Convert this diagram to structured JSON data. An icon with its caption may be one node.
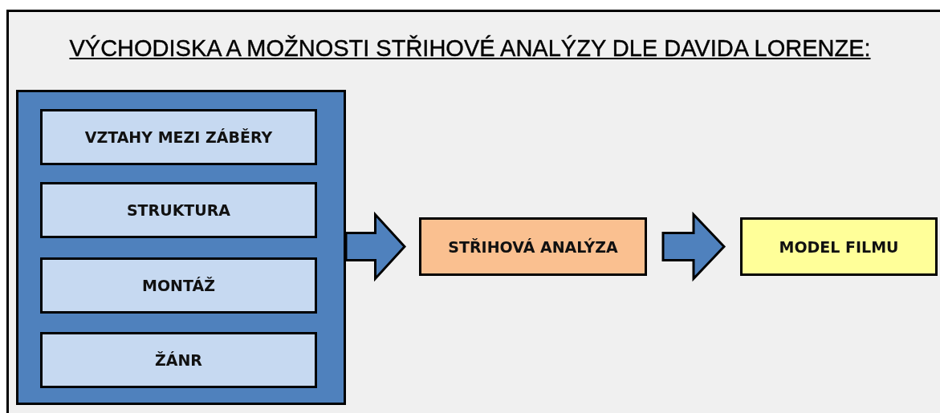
{
  "diagram": {
    "title": "VÝCHODISKA A MOŽNOSTI STŘIHOVÉ ANALÝZY DLE DAVIDA LORENZE:",
    "nodes": [
      {
        "text": [],
        "shape": "box"
      },
      {
        "text": [
          "VZTAHY MEZI ZÁBĚRY"
        ],
        "in": 0
      },
      {
        "text": [
          "STRUKTURA"
        ],
        "in": 0
      },
      {
        "text": [
          "MONTÁŽ"
        ],
        "in": 0
      },
      {
        "text": [
          "ŽÁNR"
        ],
        "in": 0
      },
      {
        "text": [
          "STŘIHOVÁ ANALÝZA"
        ]
      },
      {
        "text": [
          "MODEL FILMU"
        ]
      }
    ],
    "edges": [
      {
        "from": 0,
        "to": 5,
        "arrow": "to"
      },
      {
        "from": 5,
        "to": 6,
        "arrow": "to"
      }
    ]
  }
}
